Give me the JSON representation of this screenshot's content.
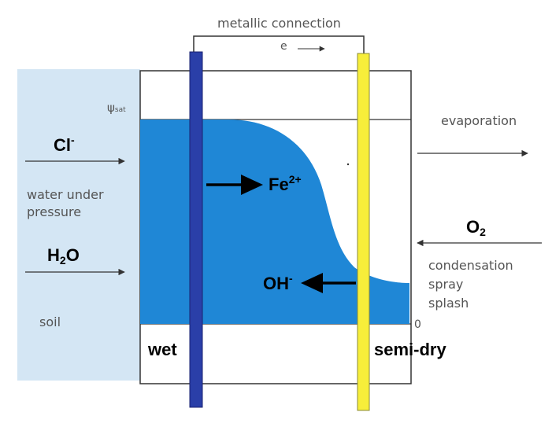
{
  "labels": {
    "metallic_connection": "metallic connection",
    "electron": "e",
    "psi_sat_symbol": "ψ",
    "psi_sat_subscript": "sat",
    "evaporation": "evaporation",
    "chloride": "Cl",
    "chloride_charge": "-",
    "water_under_pressure_line1": "water under",
    "water_under_pressure_line2": "pressure",
    "water": "H",
    "water_sub": "2",
    "water_tail": "O",
    "soil": "soil",
    "iron_ion": "Fe",
    "iron_charge": "2+",
    "oxygen": "O",
    "oxygen_sub": "2",
    "condensation": "condensation",
    "spray": "spray",
    "splash": "splash",
    "hydroxide": "OH",
    "hydroxide_charge": "-",
    "zero": "0",
    "wet": "wet",
    "semi_dry": "semi-dry"
  },
  "colors": {
    "soil_region": "#d4e6f4",
    "water": "#1f87d6",
    "left_electrode": "#2a3fa8",
    "right_electrode": "#f7ee3a",
    "arrow": "#000000",
    "thin_line": "#333333"
  }
}
